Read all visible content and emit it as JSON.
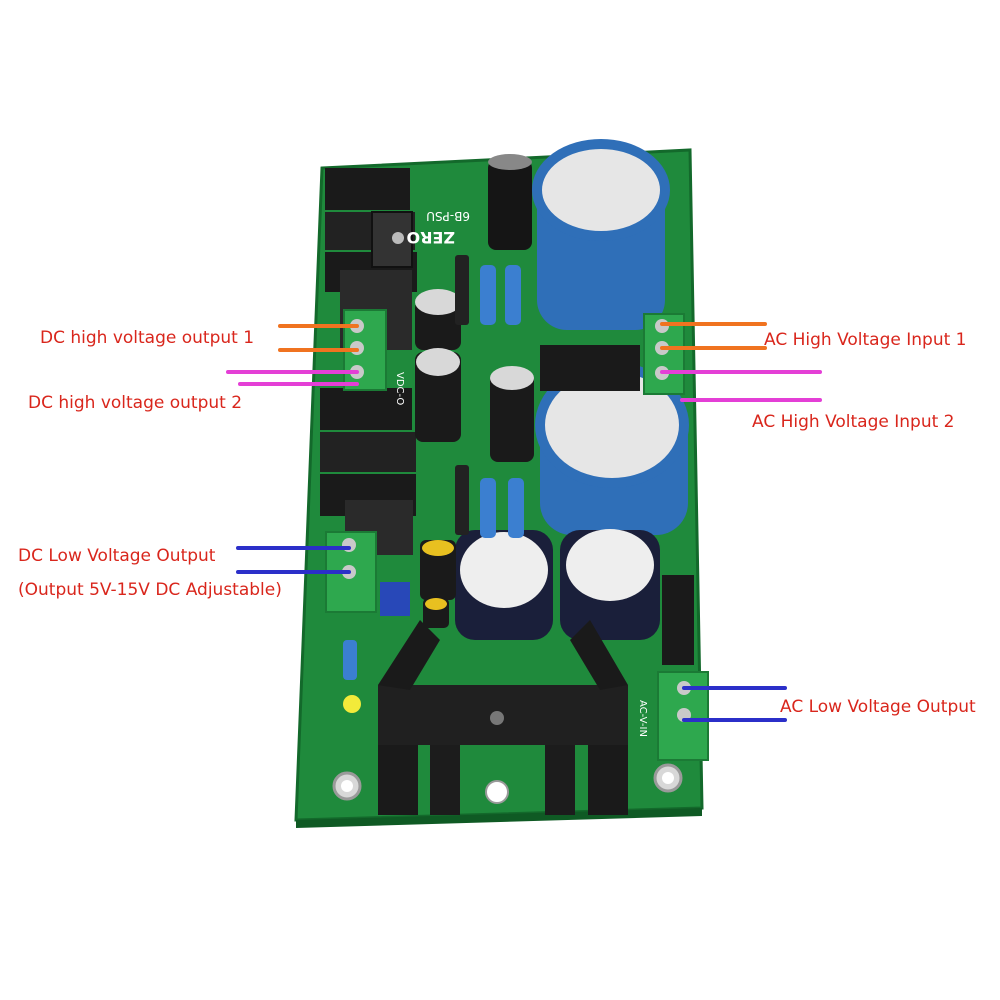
{
  "colors": {
    "pcb": "#1f8a3c",
    "pcb_dark": "#13692b",
    "terminal": "#2ea84e",
    "heatsink": "#1c1c1c",
    "capacitor_blue": "#2f6fb8",
    "arrow_orange": "#f07320",
    "arrow_magenta": "#e43fd6",
    "arrow_blue": "#2b2fc9",
    "label_red": "#d9261c",
    "label_blue": "#2a2fb0"
  },
  "labels": {
    "dc_high_1": "DC high voltage output 1",
    "dc_high_2": "DC high voltage output 2",
    "ac_high_1": "AC High Voltage Input 1",
    "ac_high_2": "AC High Voltage Input 2",
    "dc_low": "DC Low Voltage Output",
    "dc_low_note": "(Output 5V-15V DC Adjustable)",
    "ac_low": "AC Low Voltage Output"
  },
  "board": {
    "brand": "ZERO",
    "model": "6B-PSU",
    "silk_vdc": "VDC-O",
    "silk_ac_low": "AC-V-IN"
  }
}
